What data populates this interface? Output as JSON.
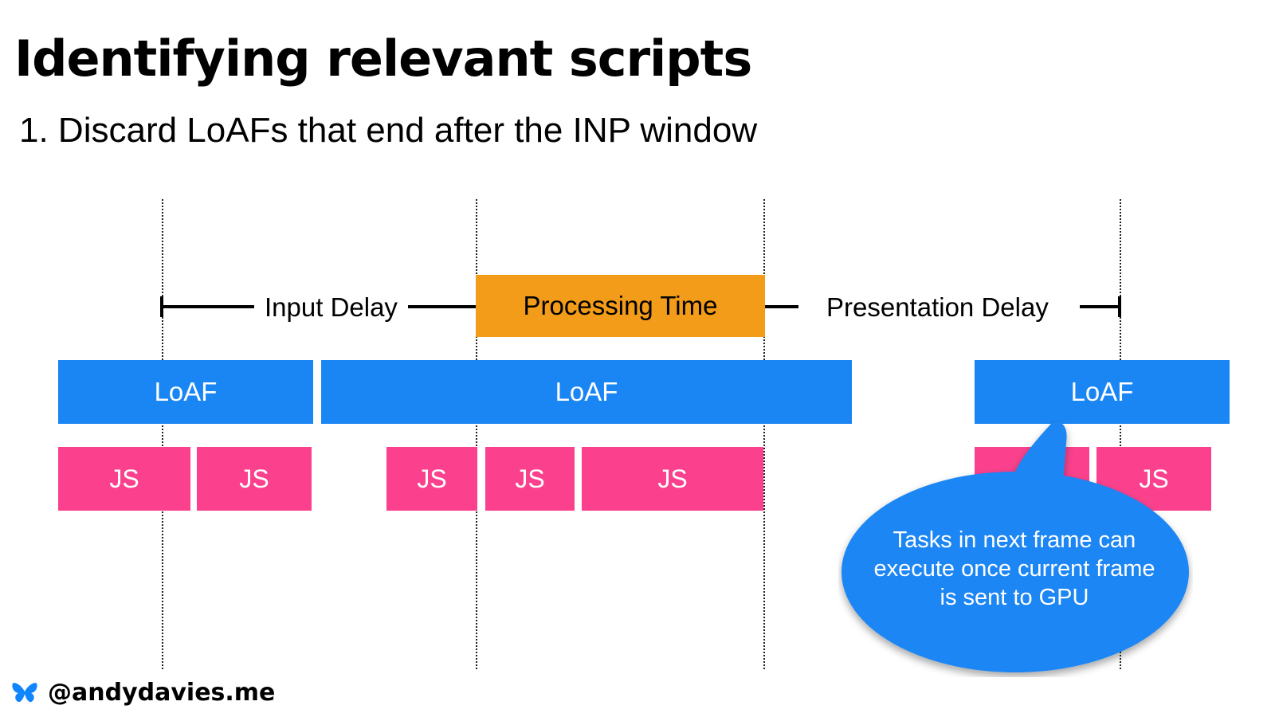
{
  "slide": {
    "title": "Identifying relevant scripts",
    "subtitle": "1. Discard LoAFs that end after the INP window"
  },
  "phases": {
    "input_delay": "Input Delay",
    "processing_time": "Processing Time",
    "presentation_delay": "Presentation Delay"
  },
  "loafs": [
    "LoAF",
    "LoAF",
    "LoAF"
  ],
  "scripts": [
    "JS",
    "JS",
    "JS",
    "JS",
    "JS",
    "JS",
    "JS"
  ],
  "callout": {
    "line1": "Tasks in next frame can",
    "line2": "execute once current frame",
    "line3": "is sent to GPU"
  },
  "footer": {
    "handle": "@andydavies.me",
    "icon": "butterfly-icon"
  },
  "colors": {
    "processing": "#f39c19",
    "loaf": "#1a86f4",
    "js": "#fb418d",
    "callout": "#1a86f4"
  }
}
